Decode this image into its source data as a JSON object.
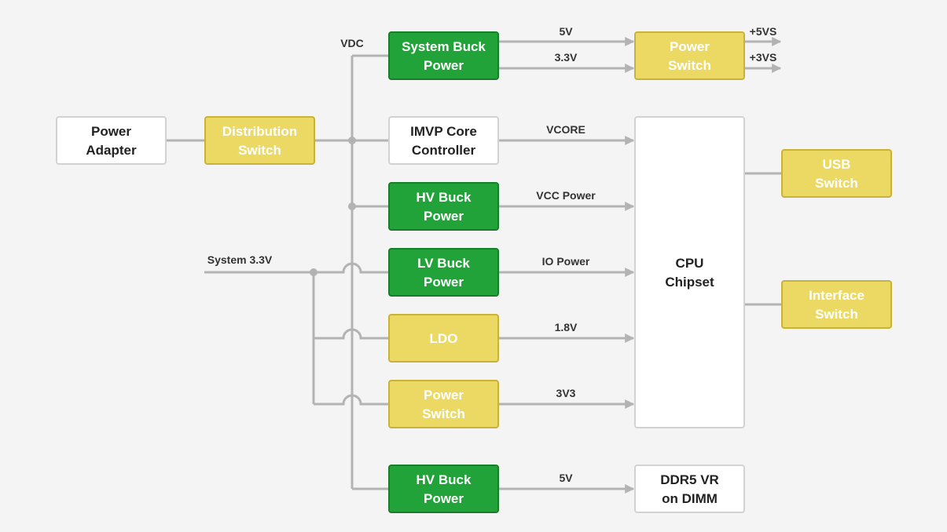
{
  "colors": {
    "green_fill": "#22a33a",
    "green_stroke": "#1a7d2c",
    "green_text": "#ffffff",
    "yellow_fill": "#ecd964",
    "yellow_stroke": "#c9b23a",
    "yellow_text": "#ffffff",
    "white_fill": "#ffffff",
    "white_stroke": "#d2d2d2",
    "white_text": "#222222",
    "wire": "#b3b3b3",
    "background": "#f4f4f4"
  },
  "boxes": {
    "power_adapter": {
      "lines": [
        "Power",
        "Adapter"
      ],
      "style": "white"
    },
    "distribution_switch": {
      "lines": [
        "Distribution",
        "Switch"
      ],
      "style": "yellow"
    },
    "system_buck": {
      "lines": [
        "System Buck",
        "Power"
      ],
      "style": "green"
    },
    "power_switch_top": {
      "lines": [
        "Power",
        "Switch"
      ],
      "style": "yellow"
    },
    "imvp": {
      "lines": [
        "IMVP Core",
        "Controller"
      ],
      "style": "white"
    },
    "hv_buck_1": {
      "lines": [
        "HV Buck",
        "Power"
      ],
      "style": "green"
    },
    "lv_buck": {
      "lines": [
        "LV Buck",
        "Power"
      ],
      "style": "green"
    },
    "ldo": {
      "lines": [
        "LDO"
      ],
      "style": "yellow"
    },
    "power_switch_mid": {
      "lines": [
        "Power",
        "Switch"
      ],
      "style": "yellow"
    },
    "hv_buck_2": {
      "lines": [
        "HV Buck",
        "Power"
      ],
      "style": "green"
    },
    "cpu": {
      "lines": [
        "CPU",
        "Chipset"
      ],
      "style": "white"
    },
    "usb_switch": {
      "lines": [
        "USB",
        "Switch"
      ],
      "style": "yellow"
    },
    "interface_switch": {
      "lines": [
        "Interface",
        "Switch"
      ],
      "style": "yellow"
    },
    "ddr5": {
      "lines": [
        "DDR5 VR",
        "on DIMM"
      ],
      "style": "white"
    }
  },
  "labels": {
    "vdc": "VDC",
    "system_33v": "System 3.3V",
    "sysbuck_5v": "5V",
    "sysbuck_33v": "3.3V",
    "out_5vs": "+5VS",
    "out_3vs": "+3VS",
    "vcore": "VCORE",
    "vcc_power": "VCC Power",
    "io_power": "IO Power",
    "ldo_18v": "1.8V",
    "sw_3v3": "3V3",
    "hv2_5v": "5V"
  }
}
